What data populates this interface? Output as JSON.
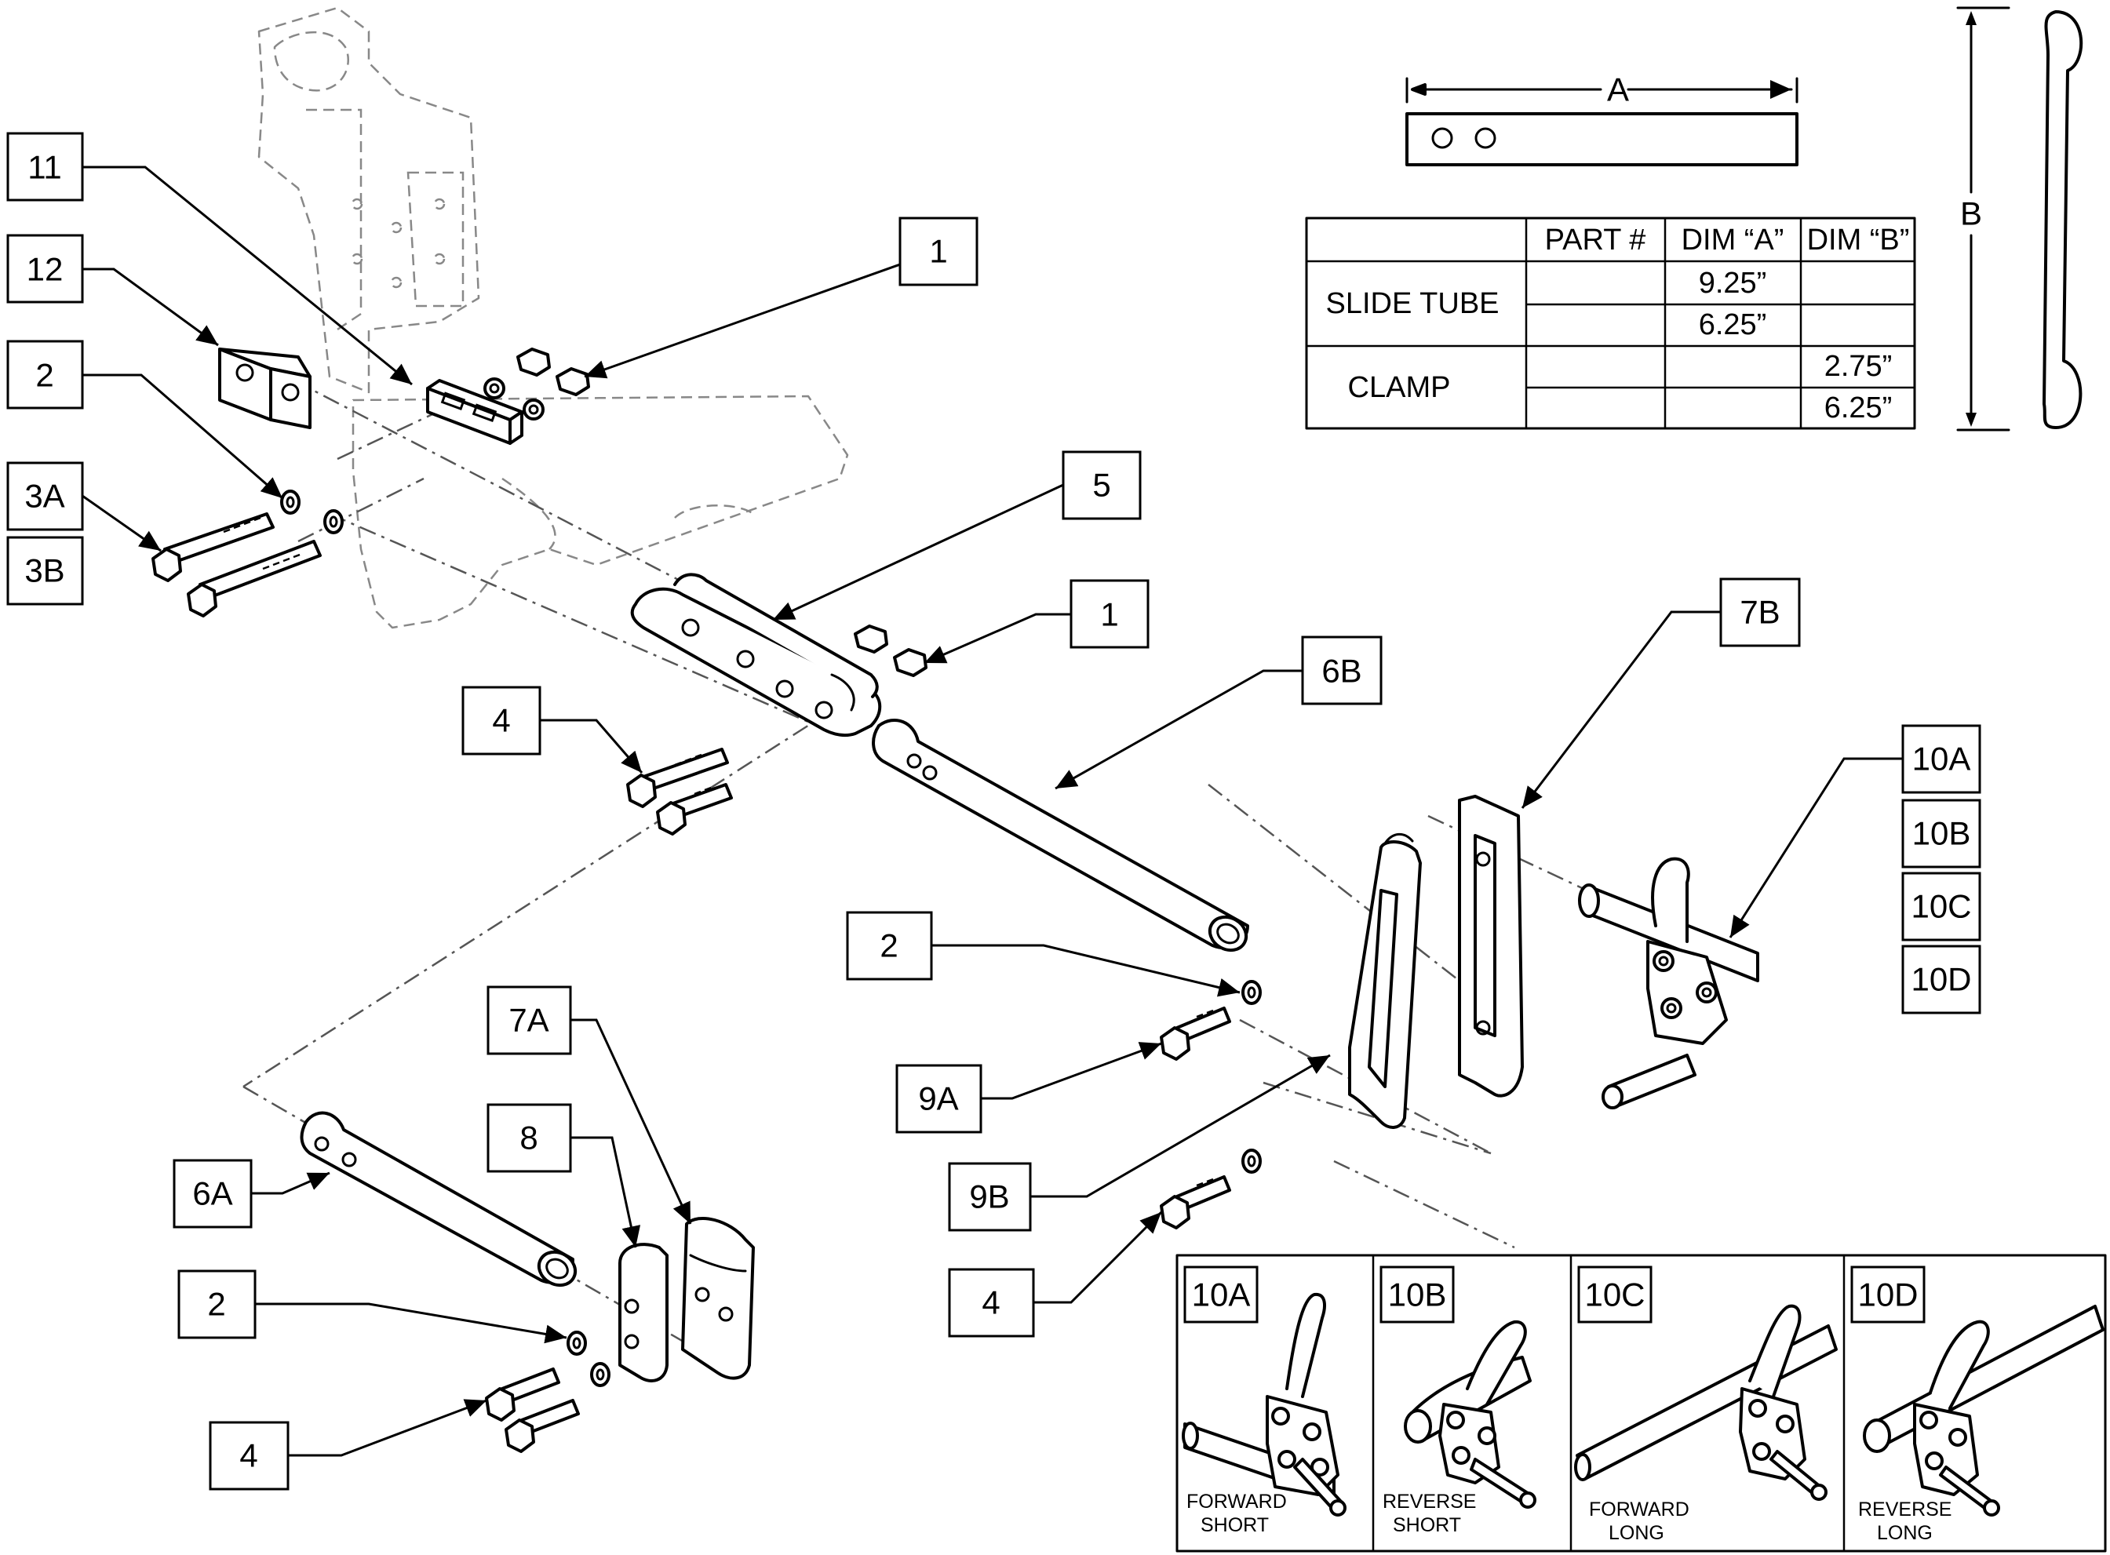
{
  "callouts": [
    {
      "id": "1a",
      "text": "1"
    },
    {
      "id": "1b",
      "text": "1"
    },
    {
      "id": "2a",
      "text": "2"
    },
    {
      "id": "2b",
      "text": "2"
    },
    {
      "id": "2c",
      "text": "2"
    },
    {
      "id": "3a",
      "text": "3A"
    },
    {
      "id": "3b",
      "text": "3B"
    },
    {
      "id": "4a",
      "text": "4"
    },
    {
      "id": "4b",
      "text": "4"
    },
    {
      "id": "4c",
      "text": "4"
    },
    {
      "id": "5",
      "text": "5"
    },
    {
      "id": "6a",
      "text": "6A"
    },
    {
      "id": "6b",
      "text": "6B"
    },
    {
      "id": "7a",
      "text": "7A"
    },
    {
      "id": "7b",
      "text": "7B"
    },
    {
      "id": "8",
      "text": "8"
    },
    {
      "id": "9a",
      "text": "9A"
    },
    {
      "id": "9b",
      "text": "9B"
    },
    {
      "id": "10a",
      "text": "10A"
    },
    {
      "id": "10b",
      "text": "10B"
    },
    {
      "id": "10c",
      "text": "10C"
    },
    {
      "id": "10d",
      "text": "10D"
    },
    {
      "id": "11",
      "text": "11"
    },
    {
      "id": "12",
      "text": "12"
    }
  ],
  "dimensions": {
    "a_label": "A",
    "b_label": "B"
  },
  "table": {
    "headers": [
      "",
      "PART #",
      "DIM “A”",
      "DIM “B”"
    ],
    "groups": [
      {
        "name": "SLIDE TUBE",
        "rows": [
          {
            "part": "",
            "dim_a": "9.25”",
            "dim_b": ""
          },
          {
            "part": "",
            "dim_a": "6.25”",
            "dim_b": ""
          }
        ]
      },
      {
        "name": "CLAMP",
        "rows": [
          {
            "part": "",
            "dim_a": "",
            "dim_b": "2.75”"
          },
          {
            "part": "",
            "dim_a": "",
            "dim_b": "6.25”"
          }
        ]
      }
    ]
  },
  "variants": [
    {
      "id": "10A",
      "line1": "FORWARD",
      "line2": "SHORT"
    },
    {
      "id": "10B",
      "line1": "REVERSE",
      "line2": "SHORT"
    },
    {
      "id": "10C",
      "line1": "FORWARD",
      "line2": "LONG"
    },
    {
      "id": "10D",
      "line1": "REVERSE",
      "line2": "LONG"
    }
  ]
}
